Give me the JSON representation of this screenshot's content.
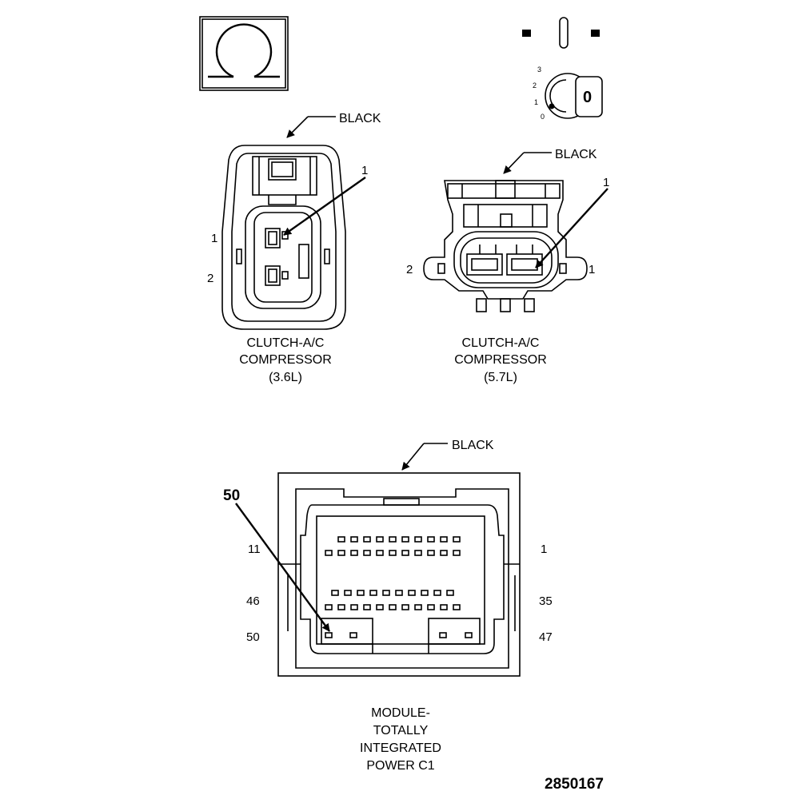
{
  "symbols": {
    "omega_box": "ohm-symbol-icon",
    "ignition_key": "ignition-key-icon"
  },
  "ignition": {
    "positions": [
      "3",
      "2",
      "1",
      "0"
    ],
    "key_label": "0"
  },
  "connector_36": {
    "color_label": "BLACK",
    "callout_pin": "1",
    "pin_labels": [
      "1",
      "2"
    ],
    "caption": [
      "CLUTCH-A/C",
      "COMPRESSOR",
      "(3.6L)"
    ]
  },
  "connector_57": {
    "color_label": "BLACK",
    "callout_pin": "1",
    "pin_labels": [
      "2",
      "1"
    ],
    "caption": [
      "CLUTCH-A/C",
      "COMPRESSOR",
      "(5.7L)"
    ]
  },
  "module": {
    "color_label": "BLACK",
    "callout_pin": "50",
    "pin_labels": {
      "left_row1": "11",
      "right_row1": "1",
      "left_row3": "46",
      "right_row3": "35",
      "left_row4": "50",
      "right_row4": "47"
    },
    "caption": [
      "MODULE-",
      "TOTALLY",
      "INTEGRATED",
      "POWER C1"
    ]
  },
  "figure_id": "2850167"
}
